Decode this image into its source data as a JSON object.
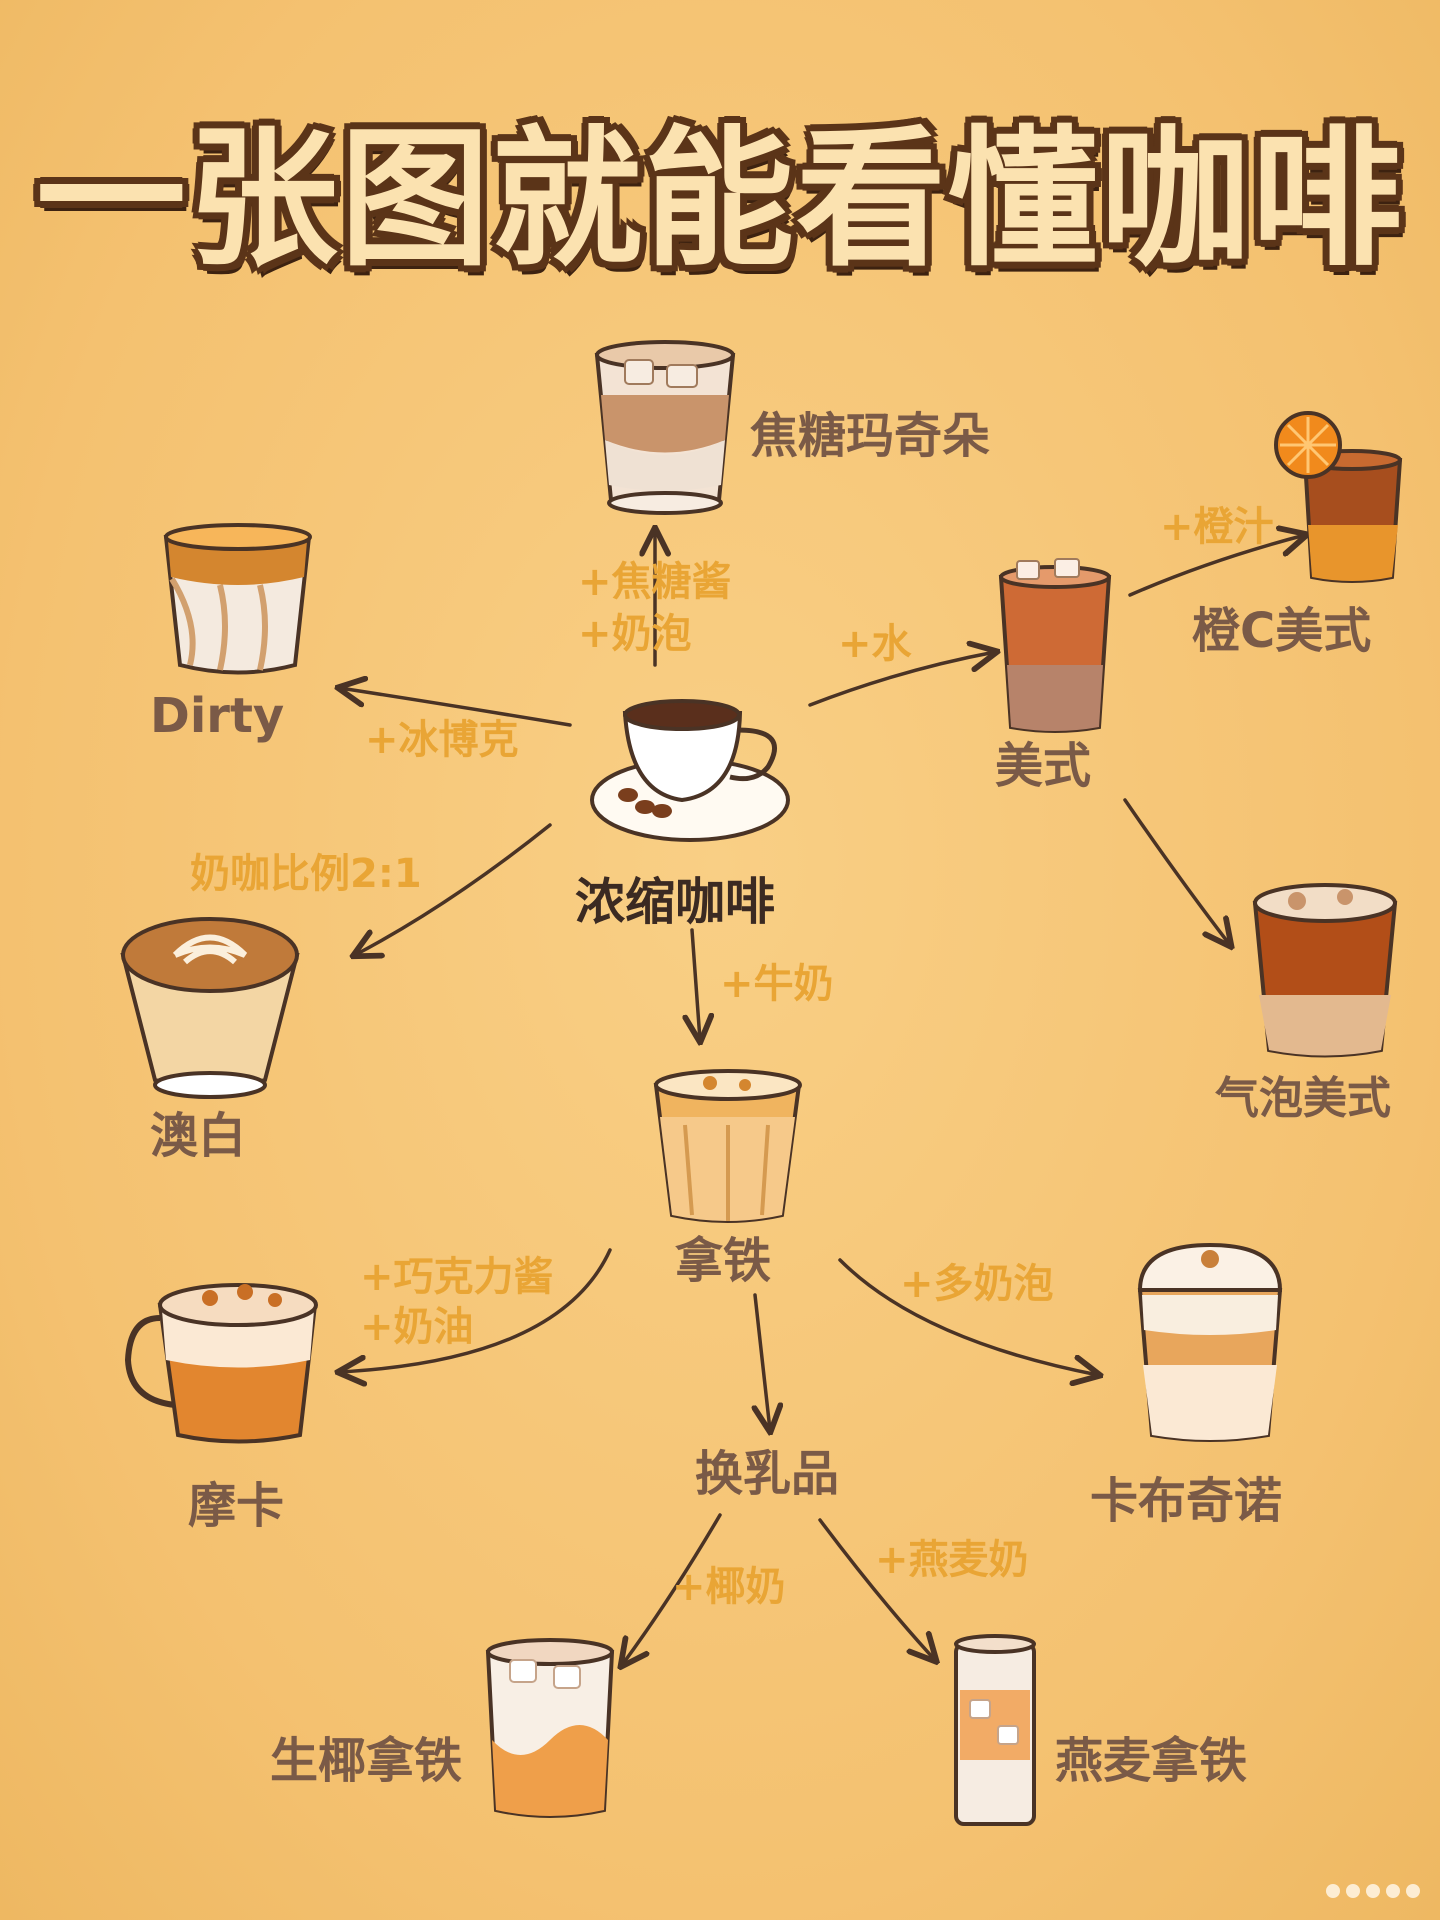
{
  "title": "一张图就能看懂咖啡",
  "nodes": {
    "espresso": "浓缩咖啡",
    "caramel_macchiato": "焦糖玛奇朵",
    "dirty": "Dirty",
    "americano": "美式",
    "orange_americano": "橙C美式",
    "sparkling_americano": "气泡美式",
    "flat_white": "澳白",
    "latte": "拿铁",
    "mocha": "摩卡",
    "cappuccino": "卡布奇诺",
    "swap_milk": "换乳品",
    "coconut_latte": "生椰拿铁",
    "oat_latte": "燕麦拿铁"
  },
  "edges": {
    "caramel_1": "+焦糖酱",
    "caramel_2": "+奶泡",
    "ice_ball": "+冰博克",
    "water": "+水",
    "orange_juice": "+橙汁",
    "ratio": "奶咖比例2:1",
    "milk": "+牛奶",
    "chocolate_1": "+巧克力酱",
    "chocolate_2": "+奶油",
    "more_foam": "+多奶泡",
    "coconut_milk": "+椰奶",
    "oat_milk": "+燕麦奶"
  },
  "colors": {
    "background": "#f6c676",
    "title_fill": "#fbe2b0",
    "title_outline": "#5b3418",
    "drink_label": "#7a5a47",
    "step_label": "#e9a535",
    "arrow": "#4a3325"
  }
}
